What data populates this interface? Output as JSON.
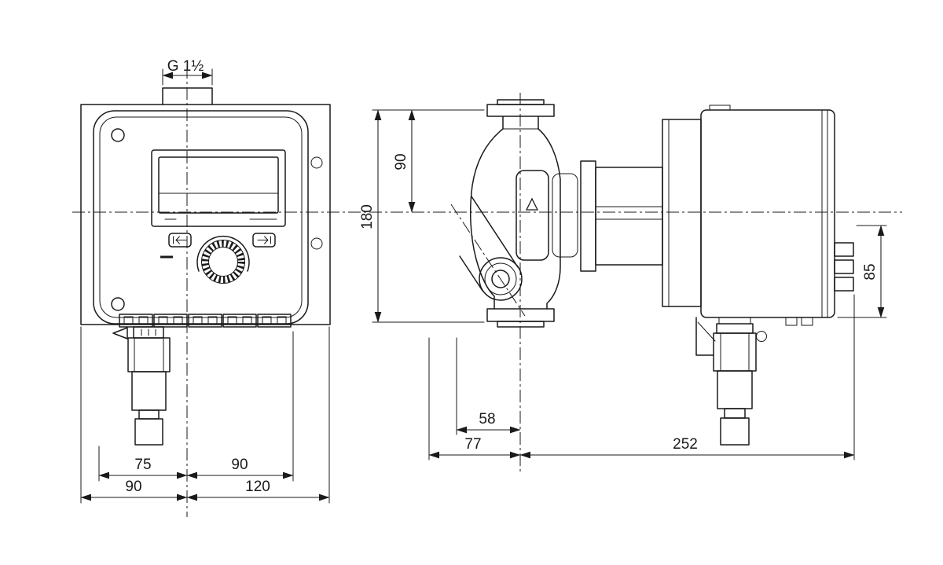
{
  "style": {
    "background": "#ffffff",
    "line_color": "#1a1a1a"
  },
  "front_view": {
    "dimensions": {
      "thread": "G 1½",
      "row1_left": "75",
      "row1_right": "90",
      "row2_left": "90",
      "row2_right": "120"
    }
  },
  "side_view": {
    "dimensions": {
      "vertical_top": "90",
      "vertical_overall": "180",
      "vertical_right": "85",
      "horizontal_inner": "58",
      "horizontal_left": "77",
      "horizontal_right": "252"
    }
  }
}
